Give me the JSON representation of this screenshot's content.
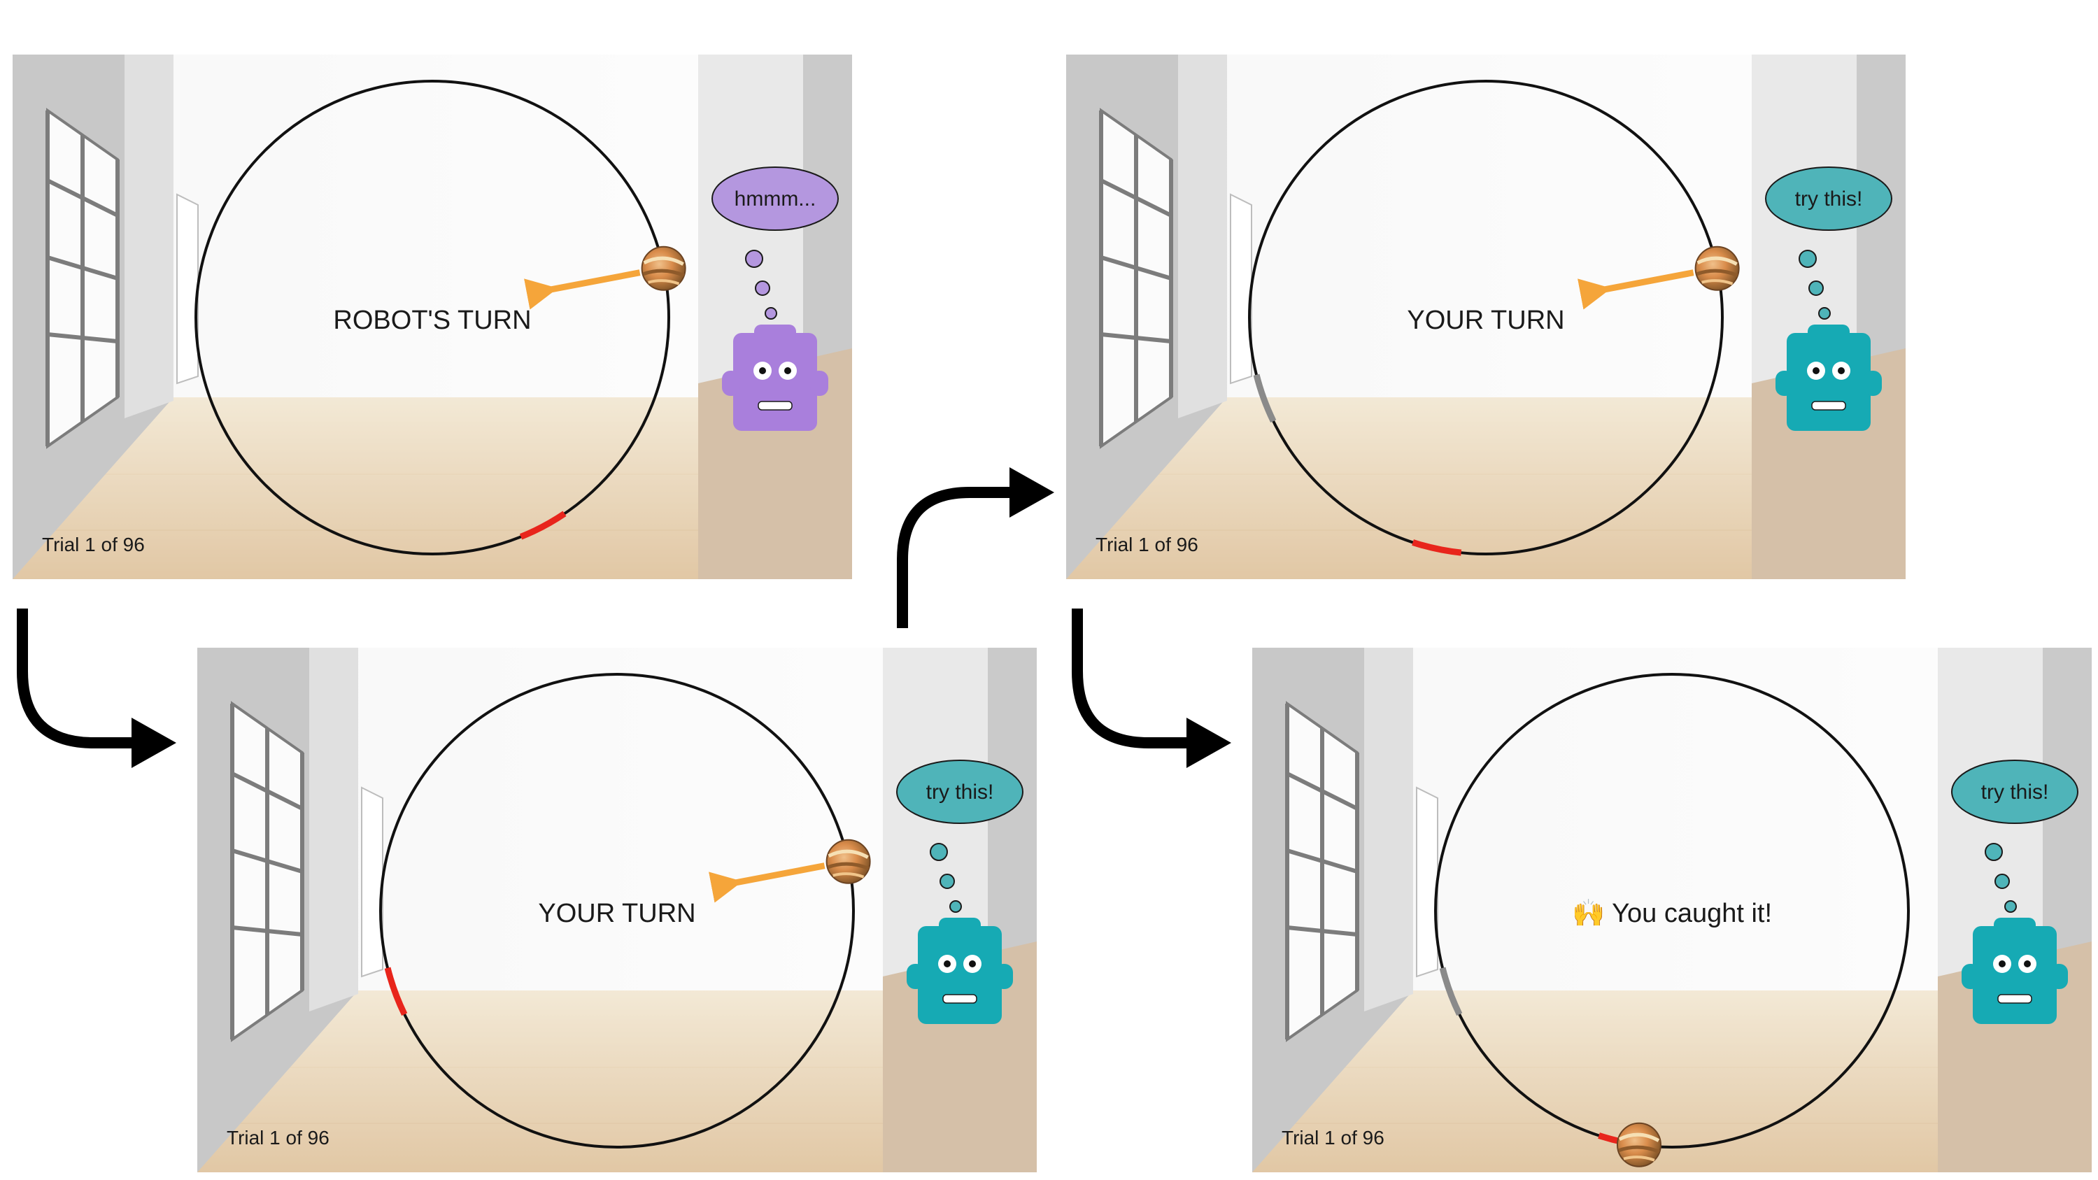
{
  "panels": [
    {
      "id": "robot-turn",
      "center_text": "ROBOT'S TURN",
      "trial_label": "Trial 1 of 96",
      "robot_color": "#a97fdc",
      "bubble_color": "#b497df",
      "bubble_text": "hmmm...",
      "planet_angle_deg": -12,
      "red_arc_deg": 62,
      "gray_arc_deg": null,
      "arrow": true
    },
    {
      "id": "your-turn-1",
      "center_text": "YOUR TURN",
      "trial_label": "Trial 1 of 96",
      "robot_color": "#16aab4",
      "bubble_color": "#4fb4b9",
      "bubble_text": "try this!",
      "planet_angle_deg": -12,
      "red_arc_deg": 160,
      "gray_arc_deg": null,
      "arrow": true
    },
    {
      "id": "your-turn-2",
      "center_text": "YOUR TURN",
      "trial_label": "Trial 1 of 96",
      "robot_color": "#16aab4",
      "bubble_color": "#4fb4b9",
      "bubble_text": "try this!",
      "planet_angle_deg": -12,
      "red_arc_deg": 102,
      "gray_arc_deg": 160,
      "arrow": true
    },
    {
      "id": "caught",
      "center_text": "🙌 You caught it!",
      "trial_label": "Trial 1 of 96",
      "robot_color": "#16aab4",
      "bubble_color": "#4fb4b9",
      "bubble_text": "try this!",
      "planet_angle_deg": 98,
      "red_arc_deg": 102,
      "gray_arc_deg": 160,
      "arrow": false
    }
  ],
  "colors": {
    "circle": "#111111",
    "red_arc": "#e8251c",
    "gray_arc": "#8a8a8a",
    "arrow": "#f5a53a",
    "flow_arrow": "#000000"
  }
}
